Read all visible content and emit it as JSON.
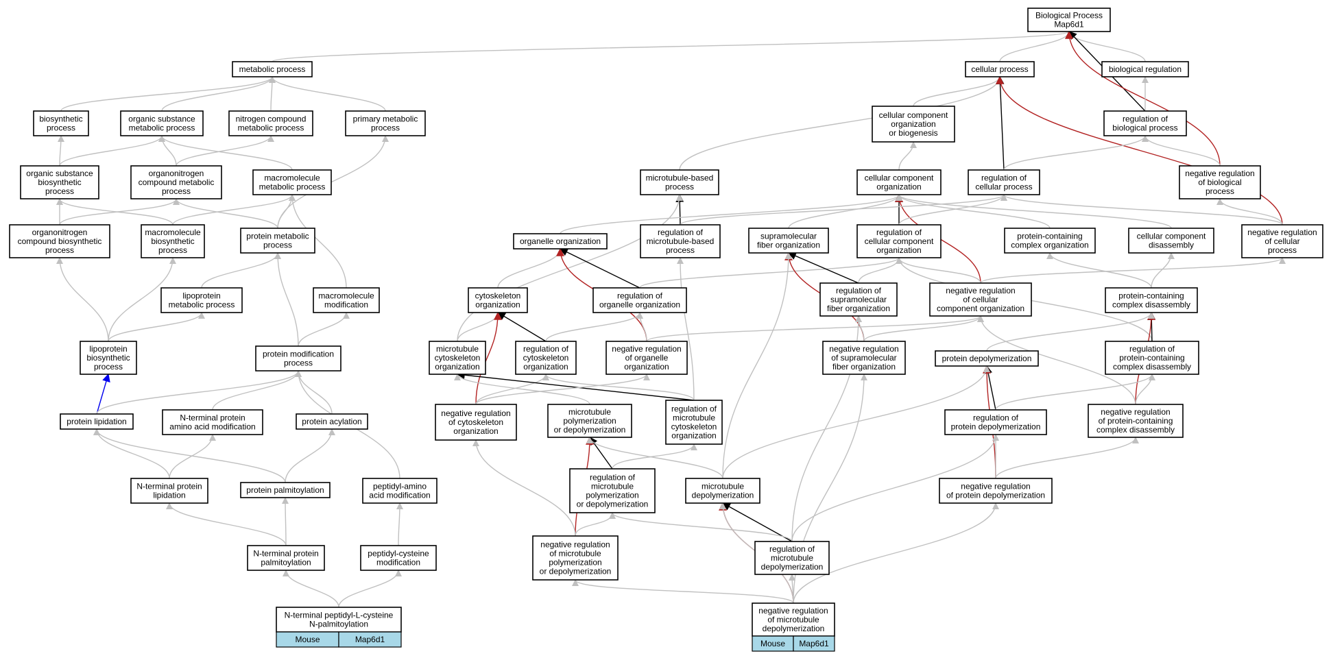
{
  "title": "GO Biological Process graph for Map6d1",
  "colors": {
    "is_a": "#c0c0c0",
    "part_of": "#000000",
    "regulates": "#000000",
    "negatively_regulates": "#b22222",
    "positively_regulates": "#0000ee",
    "cell_fill": "#a8d8e8"
  },
  "nodes": [
    {
      "id": "bp",
      "lines": [
        "Biological Process",
        "Map6d1"
      ]
    },
    {
      "id": "metabolic",
      "lines": [
        "metabolic process"
      ]
    },
    {
      "id": "cellular",
      "lines": [
        "cellular process"
      ]
    },
    {
      "id": "bioreg",
      "lines": [
        "biological regulation"
      ]
    },
    {
      "id": "biosynthetic",
      "lines": [
        "biosynthetic",
        "process"
      ]
    },
    {
      "id": "orgsubmet",
      "lines": [
        "organic substance",
        "metabolic process"
      ]
    },
    {
      "id": "nitrogen",
      "lines": [
        "nitrogen compound",
        "metabolic process"
      ]
    },
    {
      "id": "primary",
      "lines": [
        "primary metabolic",
        "process"
      ]
    },
    {
      "id": "ccorgbio",
      "lines": [
        "cellular component",
        "organization",
        "or biogenesis"
      ]
    },
    {
      "id": "regbio",
      "lines": [
        "regulation of",
        "biological process"
      ]
    },
    {
      "id": "orgsubbio",
      "lines": [
        "organic substance",
        "biosynthetic",
        "process"
      ]
    },
    {
      "id": "organonitmet",
      "lines": [
        "organonitrogen",
        "compound metabolic",
        "process"
      ]
    },
    {
      "id": "macromet",
      "lines": [
        "macromolecule",
        "metabolic process"
      ]
    },
    {
      "id": "mtbased",
      "lines": [
        "microtubule-based",
        "process"
      ]
    },
    {
      "id": "ccorg",
      "lines": [
        "cellular component",
        "organization"
      ]
    },
    {
      "id": "regcell",
      "lines": [
        "regulation of",
        "cellular process"
      ]
    },
    {
      "id": "negregbio",
      "lines": [
        "negative regulation",
        "of biological",
        "process"
      ]
    },
    {
      "id": "organonitbio",
      "lines": [
        "organonitrogen",
        "compound biosynthetic",
        "process"
      ]
    },
    {
      "id": "macrobio",
      "lines": [
        "macromolecule",
        "biosynthetic",
        "process"
      ]
    },
    {
      "id": "protmet",
      "lines": [
        "protein metabolic",
        "process"
      ]
    },
    {
      "id": "orgorg",
      "lines": [
        "organelle organization"
      ]
    },
    {
      "id": "regmtbased",
      "lines": [
        "regulation of",
        "microtubule-based",
        "process"
      ]
    },
    {
      "id": "supramol",
      "lines": [
        "supramolecular",
        "fiber organization"
      ]
    },
    {
      "id": "regccorg",
      "lines": [
        "regulation of",
        "cellular component",
        "organization"
      ]
    },
    {
      "id": "protcomplexorg",
      "lines": [
        "protein-containing",
        "complex organization"
      ]
    },
    {
      "id": "ccdisassembly",
      "lines": [
        "cellular component",
        "disassembly"
      ]
    },
    {
      "id": "negregcell",
      "lines": [
        "negative regulation",
        "of cellular",
        "process"
      ]
    },
    {
      "id": "lipometab",
      "lines": [
        "lipoprotein",
        "metabolic process"
      ]
    },
    {
      "id": "macromod",
      "lines": [
        "macromolecule",
        "modification"
      ]
    },
    {
      "id": "cytoorg",
      "lines": [
        "cytoskeleton",
        "organization"
      ]
    },
    {
      "id": "regorgorg",
      "lines": [
        "regulation of",
        "organelle organization"
      ]
    },
    {
      "id": "regsupramol",
      "lines": [
        "regulation of",
        "supramolecular",
        "fiber organization"
      ]
    },
    {
      "id": "negregccorg",
      "lines": [
        "negative regulation",
        "of cellular",
        "component organization"
      ]
    },
    {
      "id": "protcomplexdis",
      "lines": [
        "protein-containing",
        "complex disassembly"
      ]
    },
    {
      "id": "lipobio",
      "lines": [
        "lipoprotein",
        "biosynthetic",
        "process"
      ]
    },
    {
      "id": "protmod",
      "lines": [
        "protein modification",
        "process"
      ]
    },
    {
      "id": "mtcyto",
      "lines": [
        "microtubule",
        "cytoskeleton",
        "organization"
      ]
    },
    {
      "id": "regcyto",
      "lines": [
        "regulation of",
        "cytoskeleton",
        "organization"
      ]
    },
    {
      "id": "negregorg",
      "lines": [
        "negative regulation",
        "of organelle",
        "organization"
      ]
    },
    {
      "id": "negregsupra",
      "lines": [
        "negative regulation",
        "of supramolecular",
        "fiber organization"
      ]
    },
    {
      "id": "protdepol",
      "lines": [
        "protein depolymerization"
      ]
    },
    {
      "id": "regprotcomplexdis",
      "lines": [
        "regulation of",
        "protein-containing",
        "complex disassembly"
      ]
    },
    {
      "id": "protlipid",
      "lines": [
        "protein lipidation"
      ]
    },
    {
      "id": "ntermmod",
      "lines": [
        "N-terminal protein",
        "amino acid modification"
      ]
    },
    {
      "id": "protacyl",
      "lines": [
        "protein acylation"
      ]
    },
    {
      "id": "negregcyto",
      "lines": [
        "negative regulation",
        "of cytoskeleton",
        "organization"
      ]
    },
    {
      "id": "mtpoly",
      "lines": [
        "microtubule",
        "polymerization",
        "or depolymerization"
      ]
    },
    {
      "id": "regmtcyto",
      "lines": [
        "regulation of",
        "microtubule",
        "cytoskeleton",
        "organization"
      ]
    },
    {
      "id": "regprotdepol",
      "lines": [
        "regulation of",
        "protein depolymerization"
      ]
    },
    {
      "id": "negregprotcomplexdis",
      "lines": [
        "negative regulation",
        "of protein-containing",
        "complex disassembly"
      ]
    },
    {
      "id": "ntermlipid",
      "lines": [
        "N-terminal protein",
        "lipidation"
      ]
    },
    {
      "id": "protpalm",
      "lines": [
        "protein palmitoylation"
      ]
    },
    {
      "id": "peptidylamino",
      "lines": [
        "peptidyl-amino",
        "acid modification"
      ]
    },
    {
      "id": "regmtpoly",
      "lines": [
        "regulation of",
        "microtubule",
        "polymerization",
        "or depolymerization"
      ]
    },
    {
      "id": "mtdepol",
      "lines": [
        "microtubule",
        "depolymerization"
      ]
    },
    {
      "id": "negregprotdepol",
      "lines": [
        "negative regulation",
        "of protein depolymerization"
      ]
    },
    {
      "id": "ntermpalm",
      "lines": [
        "N-terminal protein",
        "palmitoylation"
      ]
    },
    {
      "id": "peptidylcys",
      "lines": [
        "peptidyl-cysteine",
        "modification"
      ]
    },
    {
      "id": "negregmtpoly",
      "lines": [
        "negative regulation",
        "of microtubule",
        "polymerization",
        "or depolymerization"
      ]
    },
    {
      "id": "regmtdepol",
      "lines": [
        "regulation of",
        "microtubule",
        "depolymerization"
      ]
    },
    {
      "id": "leaf1",
      "lines": [
        "N-terminal peptidyl-L-cysteine",
        "N-palmitoylation"
      ],
      "cells": [
        "Mouse",
        "Map6d1"
      ]
    },
    {
      "id": "leaf2",
      "lines": [
        "negative regulation",
        "of microtubule",
        "depolymerization"
      ],
      "cells": [
        "Mouse",
        "Map6d1"
      ]
    }
  ],
  "edges": [
    {
      "from": "metabolic",
      "to": "bp",
      "type": "is_a"
    },
    {
      "from": "cellular",
      "to": "bp",
      "type": "is_a"
    },
    {
      "from": "bioreg",
      "to": "bp",
      "type": "is_a"
    },
    {
      "from": "regbio",
      "to": "bp",
      "type": "regulates"
    },
    {
      "from": "negregbio",
      "to": "bp",
      "type": "negatively_regulates"
    },
    {
      "from": "biosynthetic",
      "to": "metabolic",
      "type": "is_a"
    },
    {
      "from": "orgsubmet",
      "to": "metabolic",
      "type": "is_a"
    },
    {
      "from": "nitrogen",
      "to": "metabolic",
      "type": "is_a"
    },
    {
      "from": "primary",
      "to": "metabolic",
      "type": "is_a"
    },
    {
      "from": "ccorgbio",
      "to": "cellular",
      "type": "is_a"
    },
    {
      "from": "mtbased",
      "to": "cellular",
      "type": "is_a"
    },
    {
      "from": "regcell",
      "to": "cellular",
      "type": "regulates"
    },
    {
      "from": "negregcell",
      "to": "cellular",
      "type": "negatively_regulates"
    },
    {
      "from": "regbio",
      "to": "bioreg",
      "type": "is_a"
    },
    {
      "from": "negregbio",
      "to": "regbio",
      "type": "is_a"
    },
    {
      "from": "regcell",
      "to": "regbio",
      "type": "is_a"
    },
    {
      "from": "orgsubbio",
      "to": "biosynthetic",
      "type": "is_a"
    },
    {
      "from": "orgsubbio",
      "to": "orgsubmet",
      "type": "is_a"
    },
    {
      "from": "organonitmet",
      "to": "orgsubmet",
      "type": "is_a"
    },
    {
      "from": "organonitmet",
      "to": "nitrogen",
      "type": "is_a"
    },
    {
      "from": "macromet",
      "to": "orgsubmet",
      "type": "is_a"
    },
    {
      "from": "protmet",
      "to": "primary",
      "type": "is_a"
    },
    {
      "from": "ccorg",
      "to": "ccorgbio",
      "type": "is_a"
    },
    {
      "from": "organonitbio",
      "to": "orgsubbio",
      "type": "is_a"
    },
    {
      "from": "organonitbio",
      "to": "organonitmet",
      "type": "is_a"
    },
    {
      "from": "macrobio",
      "to": "orgsubbio",
      "type": "is_a"
    },
    {
      "from": "macrobio",
      "to": "macromet",
      "type": "is_a"
    },
    {
      "from": "protmet",
      "to": "organonitmet",
      "type": "is_a"
    },
    {
      "from": "protmet",
      "to": "macromet",
      "type": "is_a"
    },
    {
      "from": "macromod",
      "to": "macromet",
      "type": "is_a"
    },
    {
      "from": "regmtbased",
      "to": "mtbased",
      "type": "regulates"
    },
    {
      "from": "mtcyto",
      "to": "mtbased",
      "type": "is_a"
    },
    {
      "from": "orgorg",
      "to": "ccorg",
      "type": "is_a"
    },
    {
      "from": "supramol",
      "to": "ccorg",
      "type": "is_a"
    },
    {
      "from": "regccorg",
      "to": "ccorg",
      "type": "regulates"
    },
    {
      "from": "negregccorg",
      "to": "ccorg",
      "type": "negatively_regulates"
    },
    {
      "from": "protcomplexorg",
      "to": "ccorg",
      "type": "is_a"
    },
    {
      "from": "ccdisassembly",
      "to": "ccorg",
      "type": "is_a"
    },
    {
      "from": "regccorg",
      "to": "regcell",
      "type": "is_a"
    },
    {
      "from": "regmtbased",
      "to": "regcell",
      "type": "is_a"
    },
    {
      "from": "negregcell",
      "to": "regcell",
      "type": "is_a"
    },
    {
      "from": "negregcell",
      "to": "negregbio",
      "type": "is_a"
    },
    {
      "from": "lipobio",
      "to": "organonitbio",
      "type": "is_a"
    },
    {
      "from": "lipobio",
      "to": "macrobio",
      "type": "is_a"
    },
    {
      "from": "lipometab",
      "to": "protmet",
      "type": "is_a"
    },
    {
      "from": "protmod",
      "to": "protmet",
      "type": "is_a"
    },
    {
      "from": "protmod",
      "to": "macromod",
      "type": "is_a"
    },
    {
      "from": "lipobio",
      "to": "lipometab",
      "type": "is_a"
    },
    {
      "from": "cytoorg",
      "to": "orgorg",
      "type": "is_a"
    },
    {
      "from": "regorgorg",
      "to": "orgorg",
      "type": "regulates"
    },
    {
      "from": "negregorg",
      "to": "orgorg",
      "type": "negatively_regulates"
    },
    {
      "from": "regorgorg",
      "to": "regccorg",
      "type": "is_a"
    },
    {
      "from": "regsupramol",
      "to": "supramol",
      "type": "regulates"
    },
    {
      "from": "negregsupra",
      "to": "supramol",
      "type": "negatively_regulates"
    },
    {
      "from": "mtdepol",
      "to": "supramol",
      "type": "is_a"
    },
    {
      "from": "regsupramol",
      "to": "regccorg",
      "type": "is_a"
    },
    {
      "from": "negregccorg",
      "to": "regccorg",
      "type": "is_a"
    },
    {
      "from": "regprotcomplexdis",
      "to": "regccorg",
      "type": "is_a"
    },
    {
      "from": "protcomplexdis",
      "to": "protcomplexorg",
      "type": "is_a"
    },
    {
      "from": "protcomplexdis",
      "to": "ccdisassembly",
      "type": "is_a"
    },
    {
      "from": "negregccorg",
      "to": "negregcell",
      "type": "is_a"
    },
    {
      "from": "regcyto",
      "to": "cytoorg",
      "type": "regulates"
    },
    {
      "from": "mtcyto",
      "to": "cytoorg",
      "type": "is_a"
    },
    {
      "from": "negregcyto",
      "to": "cytoorg",
      "type": "negatively_regulates"
    },
    {
      "from": "negregorg",
      "to": "regorgorg",
      "type": "is_a"
    },
    {
      "from": "regcyto",
      "to": "regorgorg",
      "type": "is_a"
    },
    {
      "from": "negregsupra",
      "to": "regsupramol",
      "type": "is_a"
    },
    {
      "from": "regmtdepol",
      "to": "regsupramol",
      "type": "is_a"
    },
    {
      "from": "negregsupra",
      "to": "negregccorg",
      "type": "is_a"
    },
    {
      "from": "negregorg",
      "to": "negregccorg",
      "type": "is_a"
    },
    {
      "from": "negregprotcomplexdis",
      "to": "negregccorg",
      "type": "is_a"
    },
    {
      "from": "regprotcomplexdis",
      "to": "protcomplexdis",
      "type": "regulates"
    },
    {
      "from": "negregprotcomplexdis",
      "to": "protcomplexdis",
      "type": "negatively_regulates"
    },
    {
      "from": "protdepol",
      "to": "protcomplexdis",
      "type": "is_a"
    },
    {
      "from": "protlipid",
      "to": "lipobio",
      "type": "positively_regulates"
    },
    {
      "from": "protlipid",
      "to": "protmod",
      "type": "is_a"
    },
    {
      "from": "ntermmod",
      "to": "protmod",
      "type": "is_a"
    },
    {
      "from": "protacyl",
      "to": "protmod",
      "type": "is_a"
    },
    {
      "from": "peptidylamino",
      "to": "protmod",
      "type": "is_a"
    },
    {
      "from": "regmtcyto",
      "to": "regcyto",
      "type": "is_a"
    },
    {
      "from": "negregcyto",
      "to": "regcyto",
      "type": "is_a"
    },
    {
      "from": "regmtcyto",
      "to": "mtcyto",
      "type": "regulates"
    },
    {
      "from": "mtpoly",
      "to": "mtcyto",
      "type": "is_a"
    },
    {
      "from": "negregcyto",
      "to": "negregorg",
      "type": "is_a"
    },
    {
      "from": "regmtcyto",
      "to": "regmtbased",
      "type": "is_a"
    },
    {
      "from": "regprotdepol",
      "to": "protdepol",
      "type": "regulates"
    },
    {
      "from": "negregprotdepol",
      "to": "protdepol",
      "type": "negatively_regulates"
    },
    {
      "from": "mtdepol",
      "to": "protdepol",
      "type": "is_a"
    },
    {
      "from": "regprotdepol",
      "to": "regprotcomplexdis",
      "type": "is_a"
    },
    {
      "from": "negregprotcomplexdis",
      "to": "regprotcomplexdis",
      "type": "is_a"
    },
    {
      "from": "ntermlipid",
      "to": "protlipid",
      "type": "is_a"
    },
    {
      "from": "protpalm",
      "to": "protlipid",
      "type": "is_a"
    },
    {
      "from": "ntermlipid",
      "to": "ntermmod",
      "type": "is_a"
    },
    {
      "from": "protpalm",
      "to": "protacyl",
      "type": "is_a"
    },
    {
      "from": "peptidylcys",
      "to": "peptidylamino",
      "type": "is_a"
    },
    {
      "from": "regmtpoly",
      "to": "mtpoly",
      "type": "regulates"
    },
    {
      "from": "negregmtpoly",
      "to": "mtpoly",
      "type": "negatively_regulates"
    },
    {
      "from": "mtdepol",
      "to": "mtpoly",
      "type": "is_a"
    },
    {
      "from": "regmtpoly",
      "to": "regmtcyto",
      "type": "is_a"
    },
    {
      "from": "negregmtpoly",
      "to": "negregcyto",
      "type": "is_a"
    },
    {
      "from": "negregmtpoly",
      "to": "regmtpoly",
      "type": "is_a"
    },
    {
      "from": "regmtdepol",
      "to": "mtdepol",
      "type": "regulates"
    },
    {
      "from": "regmtdepol",
      "to": "regmtpoly",
      "type": "is_a"
    },
    {
      "from": "regmtdepol",
      "to": "regprotdepol",
      "type": "is_a"
    },
    {
      "from": "negregprotdepol",
      "to": "regprotdepol",
      "type": "is_a"
    },
    {
      "from": "negregprotdepol",
      "to": "negregprotcomplexdis",
      "type": "is_a"
    },
    {
      "from": "ntermpalm",
      "to": "ntermlipid",
      "type": "is_a"
    },
    {
      "from": "ntermpalm",
      "to": "protpalm",
      "type": "is_a"
    },
    {
      "from": "leaf1",
      "to": "ntermpalm",
      "type": "is_a"
    },
    {
      "from": "leaf1",
      "to": "peptidylcys",
      "type": "is_a"
    },
    {
      "from": "leaf2",
      "to": "regmtdepol",
      "type": "is_a"
    },
    {
      "from": "leaf2",
      "to": "mtdepol",
      "type": "negatively_regulates"
    },
    {
      "from": "leaf2",
      "to": "negregmtpoly",
      "type": "is_a"
    },
    {
      "from": "leaf2",
      "to": "negregprotdepol",
      "type": "is_a"
    },
    {
      "from": "leaf2",
      "to": "negregsupra",
      "type": "is_a"
    },
    {
      "from": "leaf2",
      "to": "mtdepol",
      "type": "is_a"
    }
  ]
}
